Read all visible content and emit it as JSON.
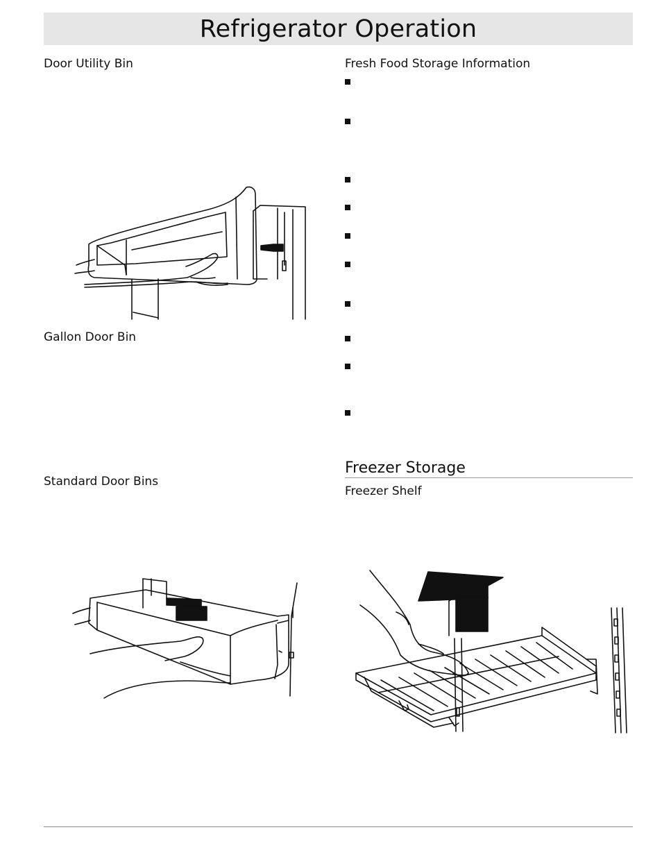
{
  "page": {
    "title": "Refrigerator Operation"
  },
  "left_column": {
    "door_utility_bin": "Door Utility Bin",
    "gallon_door_bin": "Gallon Door Bin",
    "standard_door_bins": "Standard Door Bins"
  },
  "right_column": {
    "fresh_food_storage": "Fresh Food Storage Information",
    "bullet_count": 10,
    "freezer_storage_heading": "Freezer Storage",
    "freezer_shelf": "Freezer Shelf"
  },
  "illustrations": {
    "utility_bin_icon": "door-utility-bin-removal-illustration",
    "door_bin_icon": "standard-door-bin-removal-illustration",
    "freezer_shelf_icon": "freezer-shelf-removal-illustration"
  }
}
